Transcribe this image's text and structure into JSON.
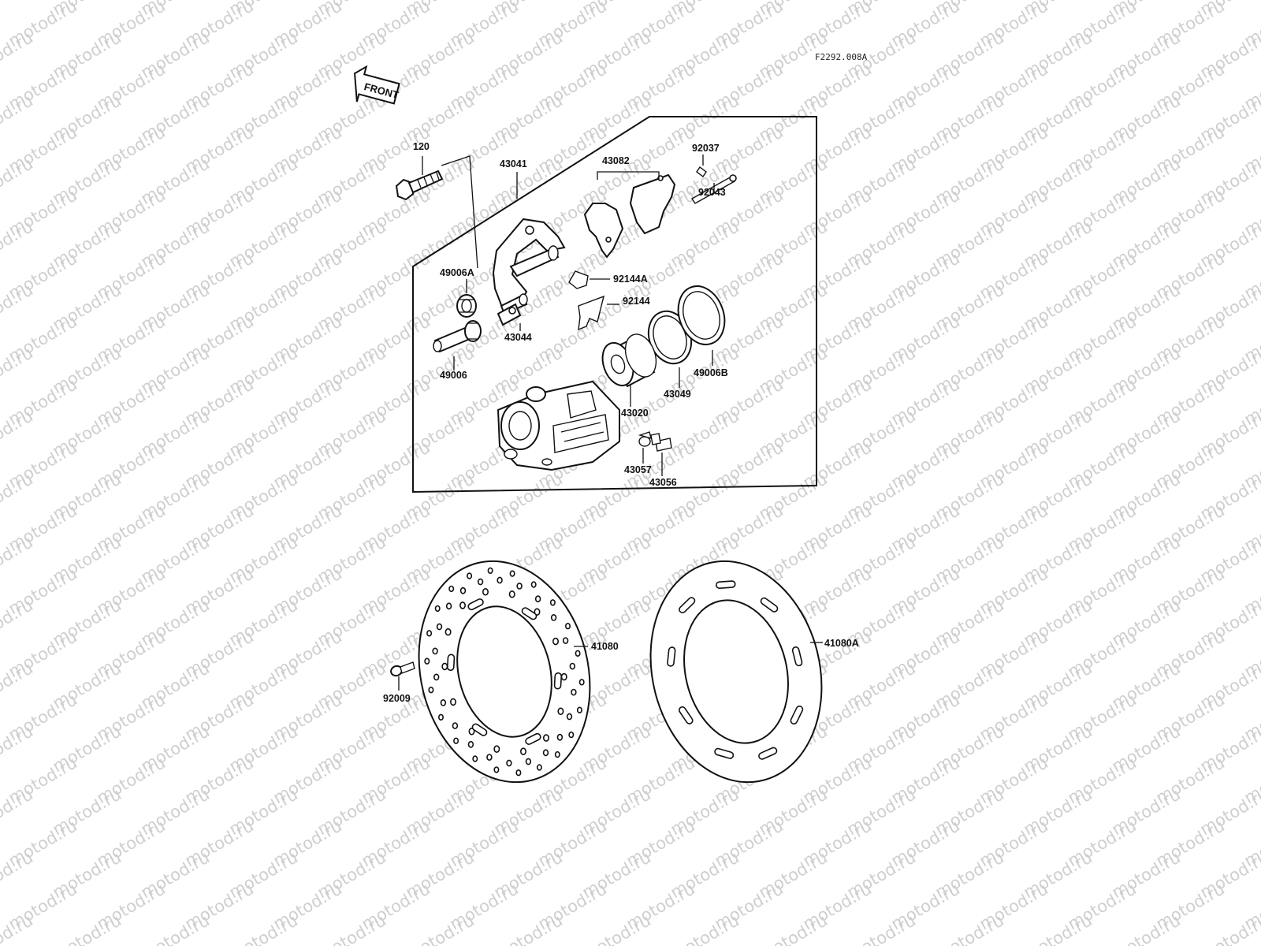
{
  "watermark": {
    "text": "motod.ru"
  },
  "reference_code": "F2292.008A",
  "front_arrow": {
    "label": "FRONT"
  },
  "parts": [
    {
      "id": "120",
      "label": "120"
    },
    {
      "id": "43041",
      "label": "43041"
    },
    {
      "id": "43082",
      "label": "43082"
    },
    {
      "id": "92037",
      "label": "92037"
    },
    {
      "id": "92043",
      "label": "92043"
    },
    {
      "id": "49006A",
      "label": "49006A"
    },
    {
      "id": "92144A",
      "label": "92144A"
    },
    {
      "id": "92144",
      "label": "92144"
    },
    {
      "id": "43044",
      "label": "43044"
    },
    {
      "id": "49006",
      "label": "49006"
    },
    {
      "id": "43049",
      "label": "43049"
    },
    {
      "id": "49006B",
      "label": "49006B"
    },
    {
      "id": "43020",
      "label": "43020"
    },
    {
      "id": "43057",
      "label": "43057"
    },
    {
      "id": "43056",
      "label": "43056"
    },
    {
      "id": "41080",
      "label": "41080"
    },
    {
      "id": "41080A",
      "label": "41080A"
    },
    {
      "id": "92009",
      "label": "92009"
    }
  ]
}
